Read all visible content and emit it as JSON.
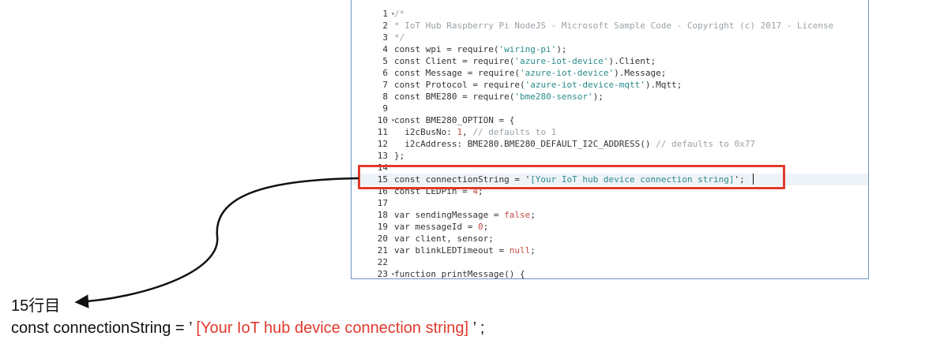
{
  "editor": {
    "lines": [
      {
        "no": "1",
        "fold": true,
        "segments": [
          {
            "t": "/*",
            "c": "c-comment"
          }
        ]
      },
      {
        "no": "2",
        "fold": false,
        "segments": [
          {
            "t": "* IoT Hub Raspberry Pi NodeJS - Microsoft Sample Code - Copyright (c) 2017 - License",
            "c": "c-comment"
          }
        ]
      },
      {
        "no": "3",
        "fold": false,
        "segments": [
          {
            "t": "*/",
            "c": "c-comment"
          }
        ]
      },
      {
        "no": "4",
        "fold": false,
        "segments": [
          {
            "t": "const wpi = require(",
            "c": "c-keyword"
          },
          {
            "t": "'wiring-pi'",
            "c": "c-string"
          },
          {
            "t": ");",
            "c": "c-keyword"
          }
        ]
      },
      {
        "no": "5",
        "fold": false,
        "segments": [
          {
            "t": "const Client = require(",
            "c": "c-keyword"
          },
          {
            "t": "'azure-iot-device'",
            "c": "c-string"
          },
          {
            "t": ").Client;",
            "c": "c-keyword"
          }
        ]
      },
      {
        "no": "6",
        "fold": false,
        "segments": [
          {
            "t": "const Message = require(",
            "c": "c-keyword"
          },
          {
            "t": "'azure-iot-device'",
            "c": "c-string"
          },
          {
            "t": ").Message;",
            "c": "c-keyword"
          }
        ]
      },
      {
        "no": "7",
        "fold": false,
        "segments": [
          {
            "t": "const Protocol = require(",
            "c": "c-keyword"
          },
          {
            "t": "'azure-iot-device-mqtt'",
            "c": "c-string"
          },
          {
            "t": ").Mqtt;",
            "c": "c-keyword"
          }
        ]
      },
      {
        "no": "8",
        "fold": false,
        "segments": [
          {
            "t": "const BME280 = require(",
            "c": "c-keyword"
          },
          {
            "t": "'bme280-sensor'",
            "c": "c-string"
          },
          {
            "t": ");",
            "c": "c-keyword"
          }
        ]
      },
      {
        "no": "9",
        "fold": false,
        "segments": []
      },
      {
        "no": "10",
        "fold": true,
        "segments": [
          {
            "t": "const BME280_OPTION = {",
            "c": "c-keyword"
          }
        ]
      },
      {
        "no": "11",
        "fold": false,
        "segments": [
          {
            "t": "  i2cBusNo: ",
            "c": "c-keyword"
          },
          {
            "t": "1",
            "c": "c-number"
          },
          {
            "t": ", ",
            "c": "c-keyword"
          },
          {
            "t": "// defaults to 1",
            "c": "c-comment"
          }
        ]
      },
      {
        "no": "12",
        "fold": false,
        "segments": [
          {
            "t": "  i2cAddress: BME280.BME280_DEFAULT_I2C_ADDRESS() ",
            "c": "c-keyword"
          },
          {
            "t": "// defaults to 0x77",
            "c": "c-comment"
          }
        ]
      },
      {
        "no": "13",
        "fold": false,
        "segments": [
          {
            "t": "};",
            "c": "c-keyword"
          }
        ]
      },
      {
        "no": "14",
        "fold": false,
        "segments": []
      },
      {
        "no": "15",
        "fold": false,
        "active": true,
        "segments": [
          {
            "t": "const connectionString = '",
            "c": "c-keyword"
          },
          {
            "t": "[Your IoT hub device connection string]",
            "c": "c-string"
          },
          {
            "t": "';",
            "c": "c-keyword"
          }
        ]
      },
      {
        "no": "16",
        "fold": false,
        "segments": [
          {
            "t": "const LEDPin = ",
            "c": "c-keyword"
          },
          {
            "t": "4",
            "c": "c-number"
          },
          {
            "t": ";",
            "c": "c-keyword"
          }
        ]
      },
      {
        "no": "17",
        "fold": false,
        "segments": []
      },
      {
        "no": "18",
        "fold": false,
        "segments": [
          {
            "t": "var sendingMessage = ",
            "c": "c-keyword"
          },
          {
            "t": "false",
            "c": "c-number"
          },
          {
            "t": ";",
            "c": "c-keyword"
          }
        ]
      },
      {
        "no": "19",
        "fold": false,
        "segments": [
          {
            "t": "var messageId = ",
            "c": "c-keyword"
          },
          {
            "t": "0",
            "c": "c-number"
          },
          {
            "t": ";",
            "c": "c-keyword"
          }
        ]
      },
      {
        "no": "20",
        "fold": false,
        "segments": [
          {
            "t": "var client, sensor;",
            "c": "c-keyword"
          }
        ]
      },
      {
        "no": "21",
        "fold": false,
        "segments": [
          {
            "t": "var blinkLEDTimeout = ",
            "c": "c-keyword"
          },
          {
            "t": "null",
            "c": "c-number"
          },
          {
            "t": ";",
            "c": "c-keyword"
          }
        ]
      },
      {
        "no": "22",
        "fold": false,
        "segments": []
      },
      {
        "no": "23",
        "fold": true,
        "segments": [
          {
            "t": "function printMessage() {",
            "c": "c-keyword"
          }
        ]
      }
    ]
  },
  "annotation": {
    "line_label": "15行目",
    "code_prefix": "const connectionString = ’ ",
    "code_highlight": "[Your IoT hub device connection string]",
    "code_suffix": " ’ ;"
  },
  "colors": {
    "highlight_border": "#e03a2c",
    "editor_border": "#6e93c2"
  }
}
